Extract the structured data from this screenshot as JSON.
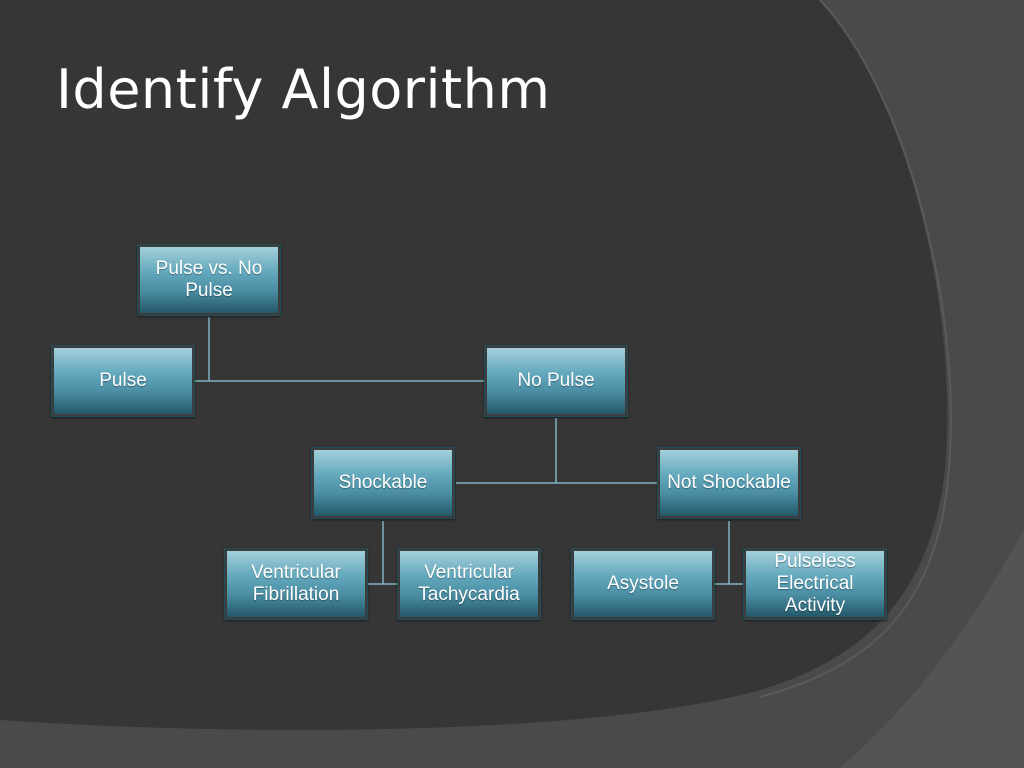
{
  "slide": {
    "title": "Identify Algorithm"
  },
  "diagram": {
    "root": "Pulse vs. No Pulse",
    "pulse": "Pulse",
    "no_pulse": "No Pulse",
    "shockable": "Shockable",
    "not_shockable": "Not Shockable",
    "vfib": "Ventricular Fibrillation",
    "vtach": "Ventricular Tachycardia",
    "asystole": "Asystole",
    "pea": "Pulseless Electrical Activity"
  },
  "colors": {
    "background_dark": "#353535",
    "background_light": "#4a4a4a",
    "node_top": "#a9d3df",
    "node_bottom": "#1f5363",
    "connector": "#7fb3c2"
  }
}
